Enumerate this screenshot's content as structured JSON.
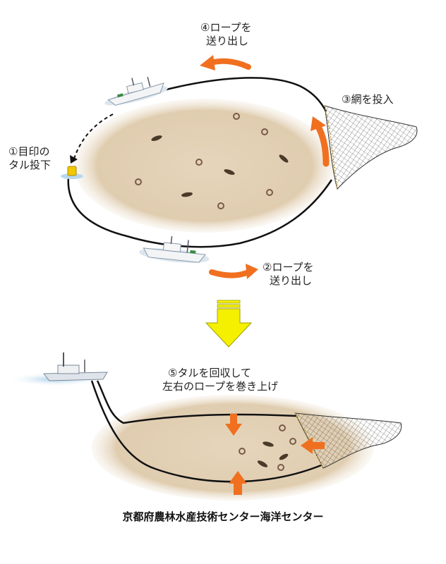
{
  "steps": {
    "step1": {
      "line1": "①目印の",
      "line2": "タル投下"
    },
    "step2": {
      "line1": "②ロープを",
      "line2": "送り出し"
    },
    "step3": {
      "line1": "③網を投入"
    },
    "step4": {
      "line1": "④ロープを",
      "line2": "送り出し"
    },
    "step5": {
      "line1": "⑤タルを回収して",
      "line2": "左右のロープを巻き上げ"
    }
  },
  "credit": "京都府農林水産技術センター海洋センター",
  "colors": {
    "arrow": "#f07020",
    "transition_arrow": "#f4f000",
    "sand": "#e2d0b4",
    "rope": "#111111",
    "buoy": "#f0c800"
  },
  "icons": [
    "fishing-boat-icon",
    "buoy-icon",
    "trawl-net-icon",
    "fish-icon",
    "sea-surface-icon"
  ]
}
